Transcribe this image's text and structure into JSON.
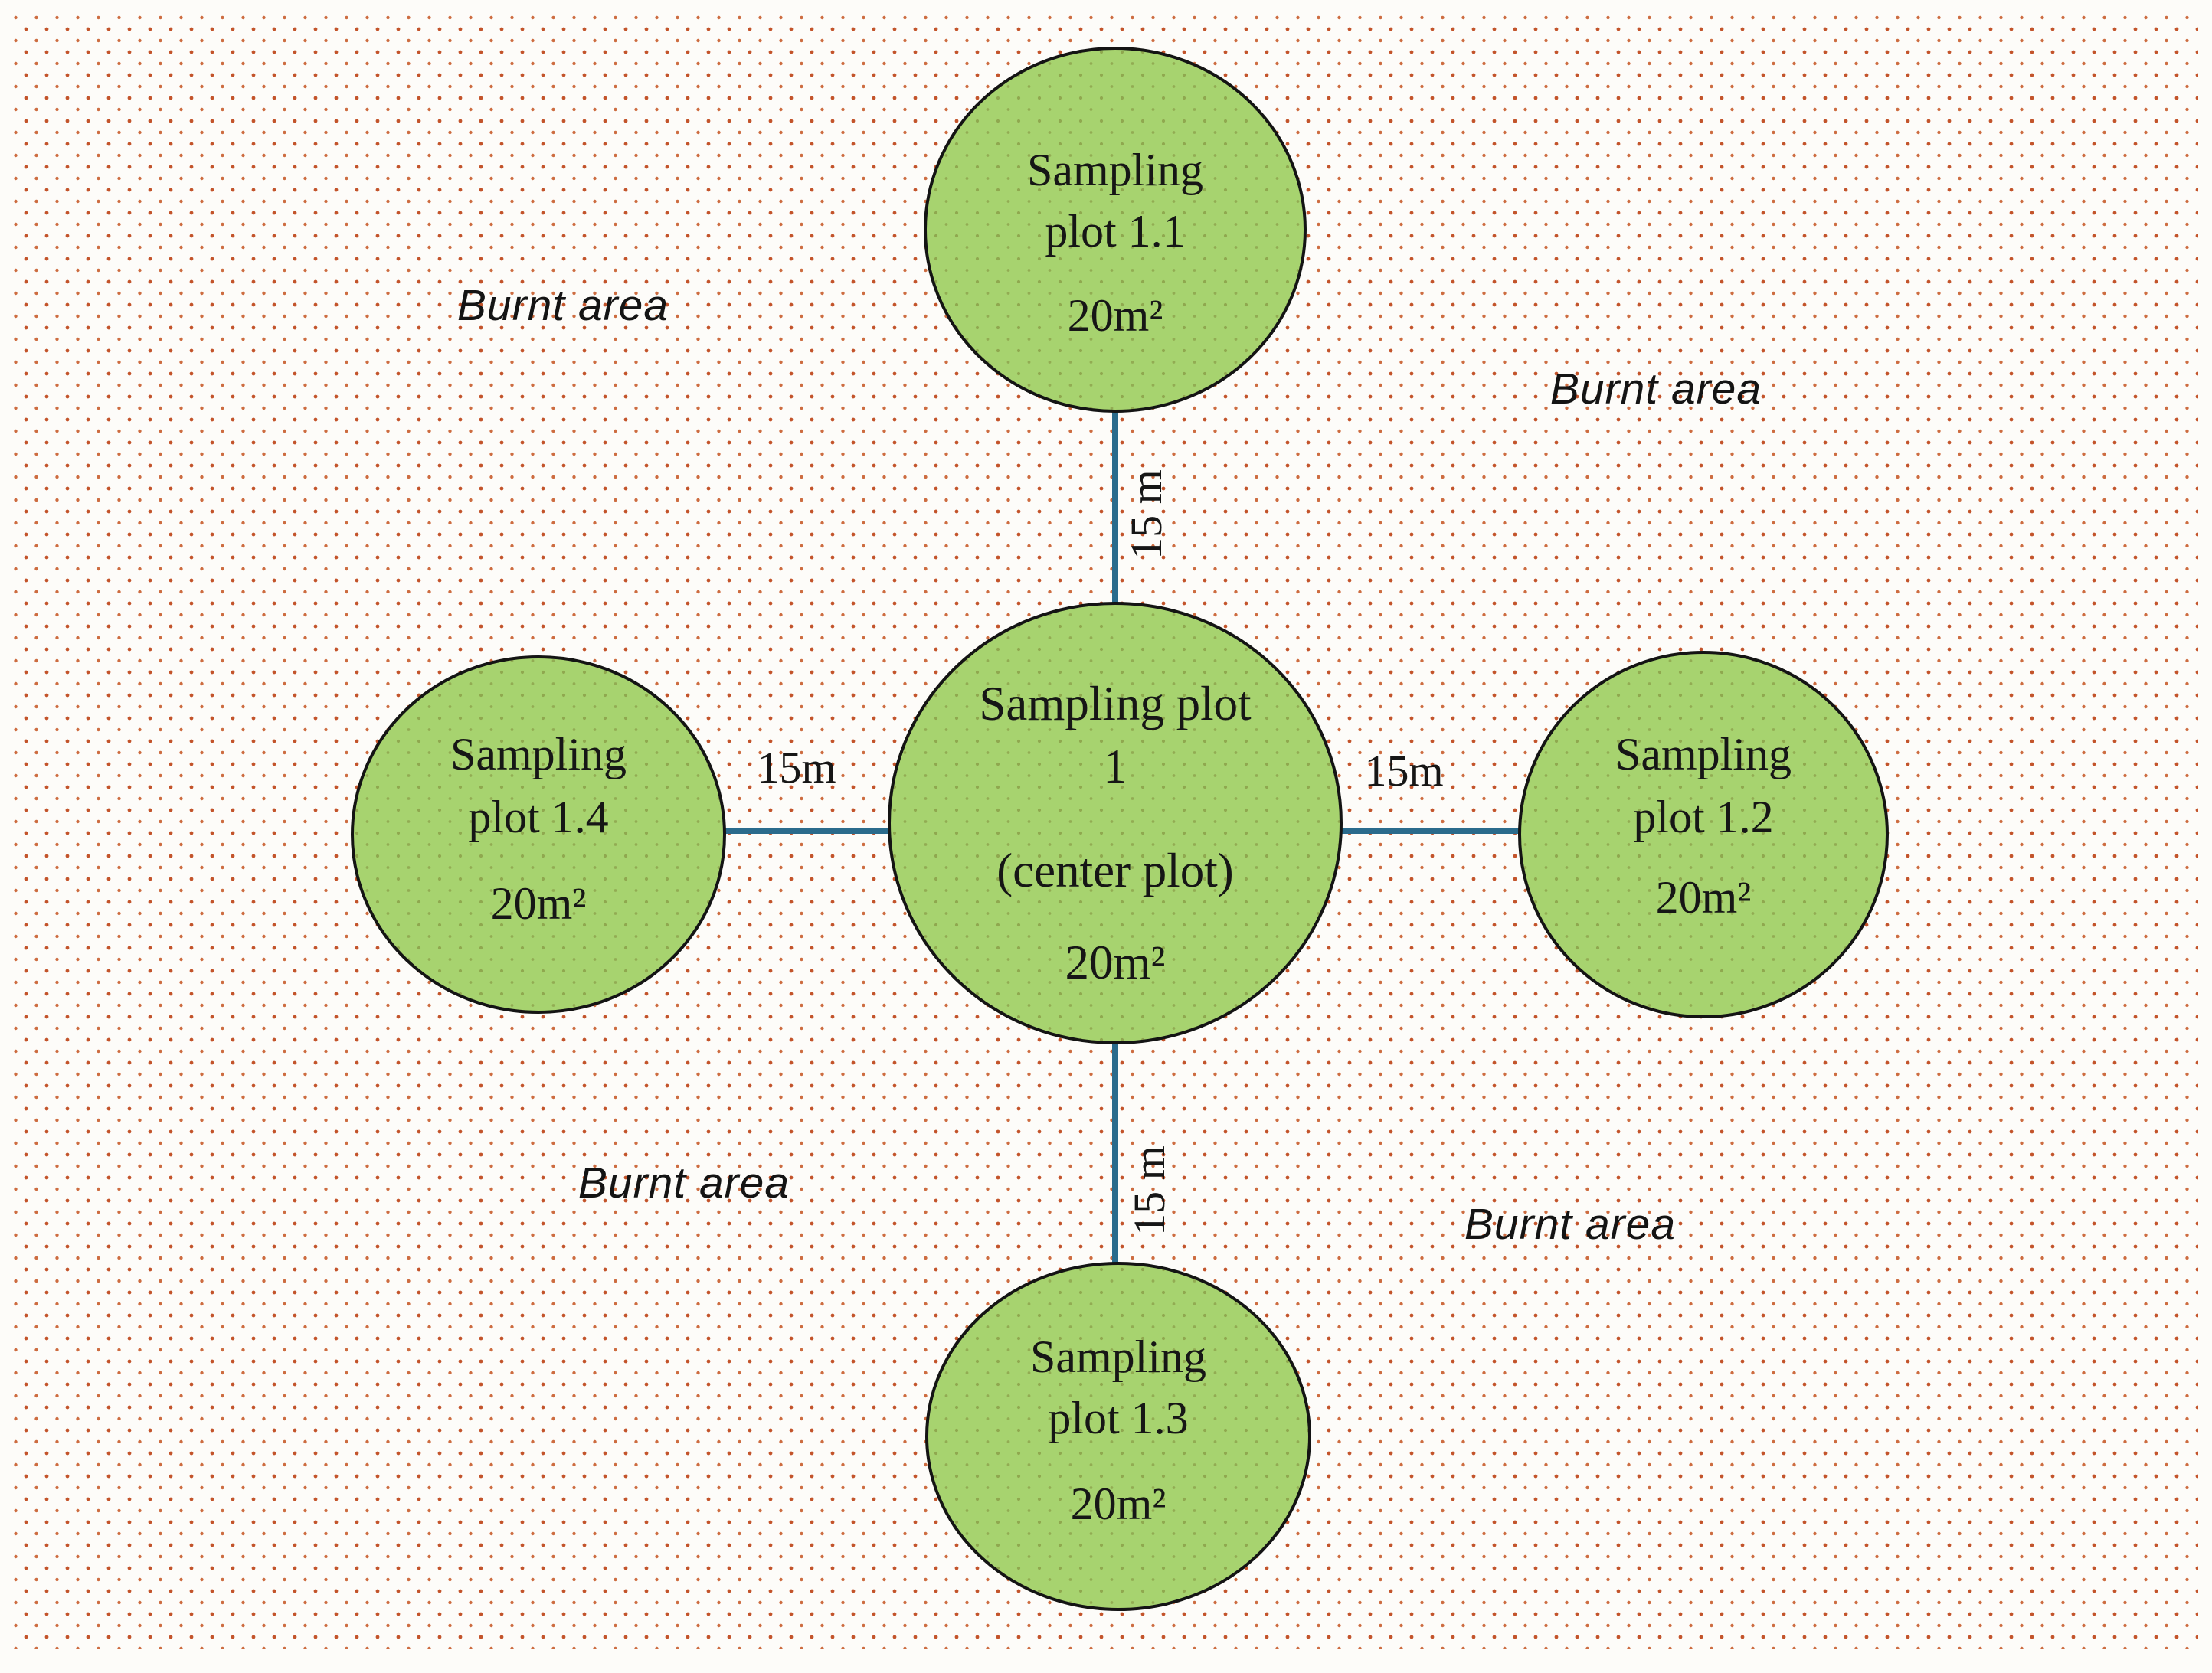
{
  "plots": {
    "center": {
      "line1": "Sampling plot",
      "line2": "1",
      "line3": "(center plot)",
      "area": "20m²"
    },
    "plot_1_1": {
      "line1": "Sampling",
      "line2": "plot 1.1",
      "area": "20m²"
    },
    "plot_1_2": {
      "line1": "Sampling",
      "line2": "plot 1.2",
      "area": "20m²"
    },
    "plot_1_3": {
      "line1": "Sampling",
      "line2": "plot 1.3",
      "area": "20m²"
    },
    "plot_1_4": {
      "line1": "Sampling",
      "line2": "plot 1.4",
      "area": "20m²"
    }
  },
  "distances": {
    "top": "15 m",
    "right": "15m",
    "bottom": "15 m",
    "left": "15m"
  },
  "burnt_areas": [
    {
      "label": "Burnt area",
      "position": "top-left"
    },
    {
      "label": "Burnt area",
      "position": "top-right"
    },
    {
      "label": "Burnt area",
      "position": "bottom-left"
    },
    {
      "label": "Burnt area",
      "position": "bottom-right"
    }
  ],
  "colors": {
    "background": "#fdfcf9",
    "dot_primary": "#c3542b",
    "dot_secondary": "#cd6c40",
    "plot_fill": "#a7d36f",
    "plot_dot": "#8da34c",
    "plot_outline": "#141414",
    "connector": "#2a6b8c",
    "text": "#161616"
  }
}
